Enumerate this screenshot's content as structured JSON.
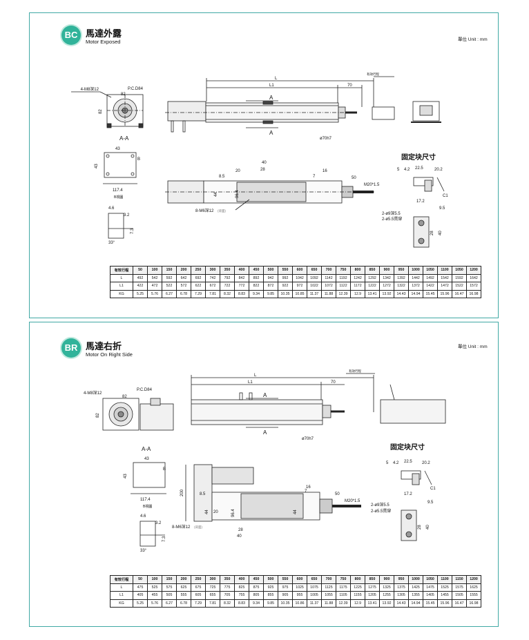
{
  "panels": [
    {
      "badge": "BC",
      "title_zh": "馬達外露",
      "title_en": "Motor Exposed",
      "unit": "單位 Unit : mm",
      "fixture_title": "固定块尺寸",
      "section_label": "A-A",
      "table": {
        "header": [
          "有效行程",
          "50",
          "100",
          "150",
          "200",
          "250",
          "300",
          "350",
          "400",
          "450",
          "500",
          "550",
          "600",
          "650",
          "700",
          "750",
          "800",
          "850",
          "900",
          "950",
          "1000",
          "1050",
          "1100",
          "1050",
          "1200"
        ],
        "rows": [
          [
            "L",
            "492",
            "542",
            "592",
            "642",
            "692",
            "742",
            "792",
            "842",
            "892",
            "942",
            "992",
            "1042",
            "1092",
            "1142",
            "1192",
            "1242",
            "1292",
            "1342",
            "1392",
            "1442",
            "1492",
            "1542",
            "1592",
            "1642"
          ],
          [
            "L1",
            "422",
            "472",
            "522",
            "572",
            "622",
            "672",
            "722",
            "772",
            "822",
            "872",
            "922",
            "972",
            "1022",
            "1072",
            "1122",
            "1172",
            "1222",
            "1272",
            "1322",
            "1372",
            "1422",
            "1472",
            "1522",
            "1572"
          ],
          [
            "KG",
            "5.25",
            "5.76",
            "6.27",
            "6.78",
            "7.29",
            "7.81",
            "8.32",
            "8.83",
            "9.34",
            "9.85",
            "10.35",
            "10.85",
            "11.37",
            "11.88",
            "12.39",
            "12.9",
            "13.41",
            "13.92",
            "14.43",
            "14.94",
            "15.45",
            "15.96",
            "16.47",
            "16.98"
          ]
        ]
      }
    },
    {
      "badge": "BR",
      "title_zh": "馬達右折",
      "title_en": "Motor On Right Side",
      "unit": "單位 Unit : mm",
      "fixture_title": "固定块尺寸",
      "section_label": "A-A",
      "table": {
        "header": [
          "有效行程",
          "50",
          "100",
          "150",
          "200",
          "250",
          "300",
          "350",
          "400",
          "450",
          "500",
          "550",
          "600",
          "650",
          "700",
          "750",
          "800",
          "850",
          "900",
          "950",
          "1000",
          "1050",
          "1100",
          "1150",
          "1200"
        ],
        "rows": [
          [
            "L",
            "475",
            "525",
            "575",
            "625",
            "675",
            "725",
            "775",
            "825",
            "875",
            "925",
            "975",
            "1025",
            "1075",
            "1125",
            "1175",
            "1225",
            "1275",
            "1325",
            "1375",
            "1425",
            "1475",
            "1525",
            "1575",
            "1625"
          ],
          [
            "L1",
            "405",
            "455",
            "505",
            "555",
            "605",
            "655",
            "705",
            "755",
            "805",
            "855",
            "905",
            "955",
            "1005",
            "1055",
            "1105",
            "1155",
            "1205",
            "1255",
            "1305",
            "1355",
            "1405",
            "1455",
            "1505",
            "1555"
          ],
          [
            "KG",
            "5.25",
            "5.76",
            "6.27",
            "6.78",
            "7.29",
            "7.81",
            "8.32",
            "8.83",
            "9.34",
            "9.85",
            "10.35",
            "10.86",
            "11.37",
            "11.88",
            "12.39",
            "12.9",
            "13.41",
            "13.92",
            "14.43",
            "14.94",
            "15.45",
            "15.96",
            "16.47",
            "16.98"
          ]
        ]
      }
    }
  ],
  "dims": {
    "L": "L",
    "L1": "L1",
    "d70": "70",
    "stroke": "有效行程",
    "A": "A",
    "bolt": "4-M8深12",
    "pcd": "P.C.D84",
    "d82": "82",
    "d43": "43",
    "d1174": "117.4",
    "b": "B",
    "bview": "B視圖",
    "dia70": "ø70h7",
    "d40": "40",
    "d28": "28",
    "d20": "20",
    "d85": "8.5",
    "d16": "16",
    "d7": "7",
    "d50": "50",
    "m20": "M20*1.5",
    "d44": "44",
    "d964": "96.4",
    "m6": "8-M6深12",
    "m6note": "(背面)",
    "d46": "4.6",
    "d32": "3.2",
    "d73": "7.3",
    "d33": "33°",
    "d200": "200",
    "f5": "5",
    "f42": "4.2",
    "f225": "22.5",
    "f202": "20.2",
    "f172": "17.2",
    "fc1": "C1",
    "f95": "9.5",
    "fh1": "2-ø9深5.5",
    "fh2": "2-ø5.5貫穿",
    "f28": "28",
    "f40": "40"
  }
}
